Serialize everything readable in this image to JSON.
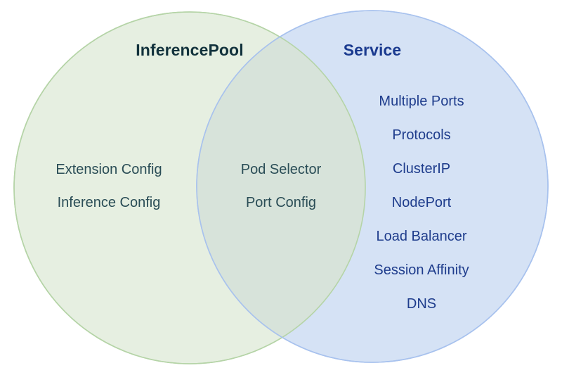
{
  "diagram": {
    "type": "venn",
    "background_color": "#ffffff",
    "left_set": {
      "title": "InferencePool",
      "title_color": "#12323c",
      "fill_color": "#e6efe1",
      "stroke_color": "#b5d4a7",
      "text_color": "#2a4d56",
      "items": [
        {
          "label": "Extension Config"
        },
        {
          "label": "Inference Config"
        }
      ]
    },
    "intersection": {
      "fill_color": "#d7e3da",
      "text_color": "#2a4d56",
      "items": [
        {
          "label": "Pod Selector"
        },
        {
          "label": "Port Config"
        }
      ]
    },
    "right_set": {
      "title": "Service",
      "title_color": "#1a3a8f",
      "fill_color": "#d5e2f5",
      "stroke_color": "#a8c2ee",
      "text_color": "#1e3c8c",
      "items": [
        {
          "label": "Multiple Ports"
        },
        {
          "label": "Protocols"
        },
        {
          "label": "ClusterIP"
        },
        {
          "label": "NodePort"
        },
        {
          "label": "Load Balancer"
        },
        {
          "label": "Session Affinity"
        },
        {
          "label": "DNS"
        }
      ]
    }
  }
}
